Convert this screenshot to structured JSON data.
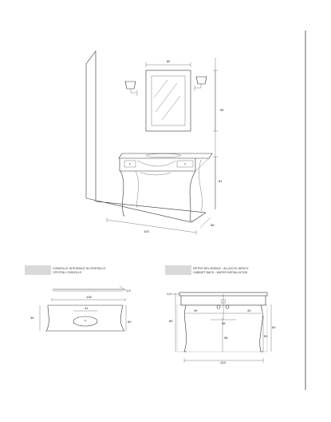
{
  "main_view": {
    "dims": {
      "mirror_width": "80",
      "mirror_height": "95",
      "console_height": "81",
      "console_depth": "56",
      "console_width": "103"
    }
  },
  "section_left": {
    "title_line1": "CONSOLLE INTEGRALE IN CRISTALLO",
    "title_line2": "CRYSTAL CONSOLLE",
    "dims": {
      "thickness": "1,5",
      "top_width": "106",
      "basin_width": "41",
      "depth_left": "36",
      "depth_right": "60"
    }
  },
  "section_right": {
    "title_line1": "RETRO DEL MOBILE - ALLACCIO IDRICO",
    "title_line2": "CABINET BACK - WATER INSTALLATION",
    "dims": {
      "top_thickness": "1,5",
      "height_total": "80",
      "left_offset": "49",
      "right_offset": "49",
      "center_gap": "38",
      "height_inner": "58",
      "height_side": "50",
      "height_right": "69",
      "bottom_width": "103"
    }
  },
  "colors": {
    "header_block": "#d9d9d9",
    "line": "#333333"
  }
}
